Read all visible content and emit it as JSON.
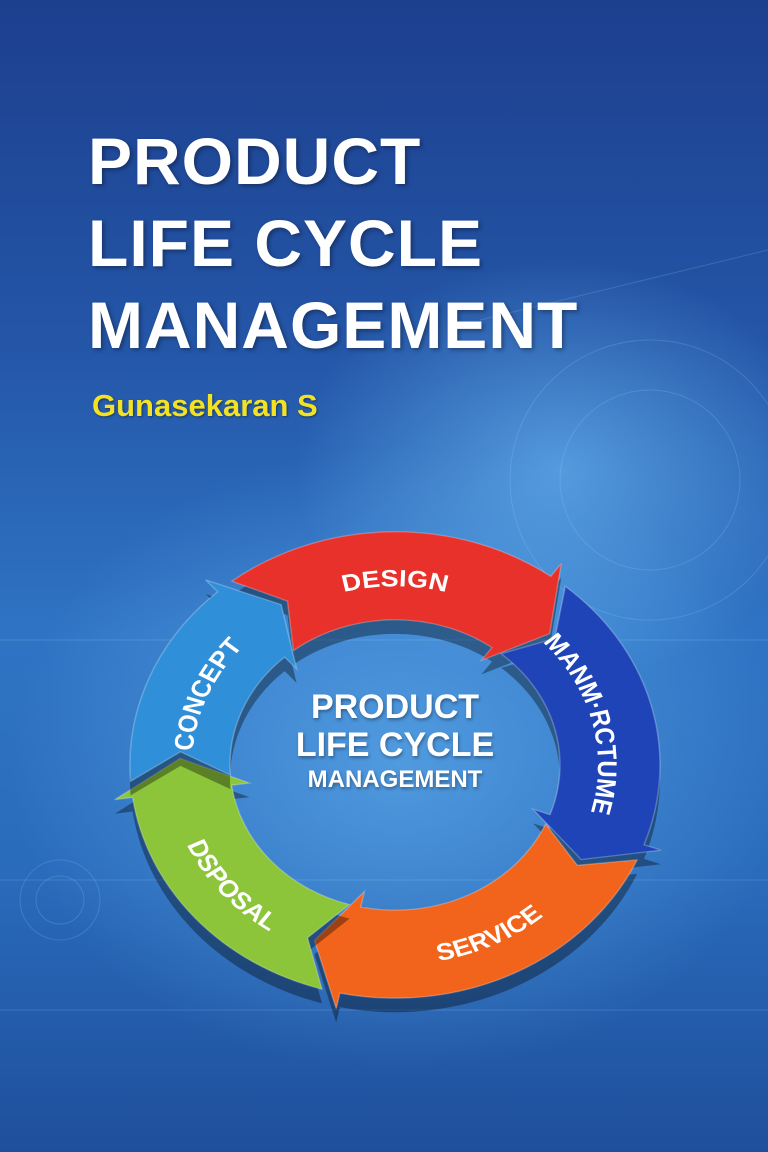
{
  "cover": {
    "title_lines": [
      "PRODUCT",
      "LIFE CYCLE",
      "MANAGEMENT"
    ],
    "author": "Gunasekaran S"
  },
  "diagram": {
    "center_lines": [
      "PRODUCT",
      "LIFE CYCLE",
      "MANAGEMENT"
    ],
    "stages": [
      {
        "label": "DESIGN",
        "color": "#e8312a"
      },
      {
        "label": "MANM·RCTUME",
        "color": "#1f44b8"
      },
      {
        "label": "SERVICE",
        "color": "#f2641c"
      },
      {
        "label": "DSPOSAL",
        "color": "#8cc53a"
      },
      {
        "label": "CONCEPT",
        "color": "#2f8fd8"
      }
    ]
  },
  "colors": {
    "background": "#2456a8",
    "title": "#ffffff",
    "author": "#f3e224"
  }
}
